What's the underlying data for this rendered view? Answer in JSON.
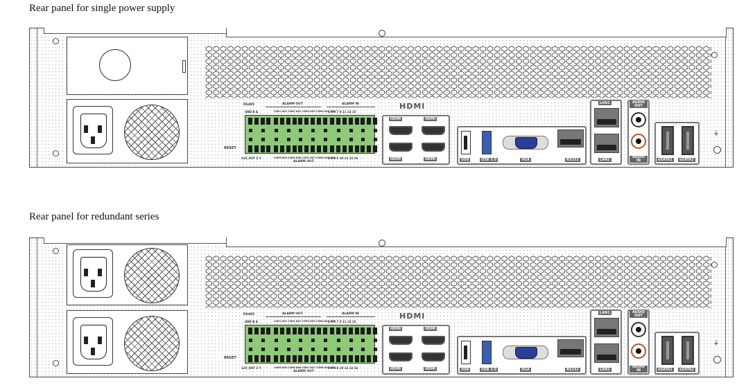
{
  "panels": [
    {
      "title": "Rear panel for single power supply",
      "psu": "single"
    },
    {
      "title": "Rear panel for redundant series",
      "psu": "redundant"
    }
  ],
  "labels": {
    "rs485": "RS485",
    "alarm_out": "ALARM OUT",
    "alarm_in": "ALARM IN",
    "gnd": "GND",
    "b": "B",
    "a": "A",
    "v12": "12V_OUT",
    "z": "Z",
    "y": "Y",
    "alarm_out_top": "COM1 NO1 COM2 NO2 COM3 NO3 COM4 NO4 GND",
    "alarm_out_bottom": "COM5 NO5 COM6 NO6 COM7 NO7 COM8 NO8 GND",
    "alarm_in_top": "1  3  5  7  9  11  13  15",
    "alarm_in_bottom": "2  4  6  8  10  12  14  16",
    "hdmi_logo": "HDMI",
    "hdmi": "HDMI",
    "usb": "USB",
    "usb3": "USB 3.0",
    "vga": "VGA",
    "rs232": "RS232",
    "lan1": "LAN1",
    "lan2": "LAN2",
    "audio_out": "AUDIO OUT",
    "audio_in": "AUDIO IN",
    "esata1": "eSATA1",
    "esata2": "eSATA2",
    "reset": "RESET"
  },
  "colors": {
    "terminal": "#8fc97a",
    "usb3": "#3a5fb0",
    "vga": "#2a3e9a",
    "audio_in": "#b5532e"
  }
}
